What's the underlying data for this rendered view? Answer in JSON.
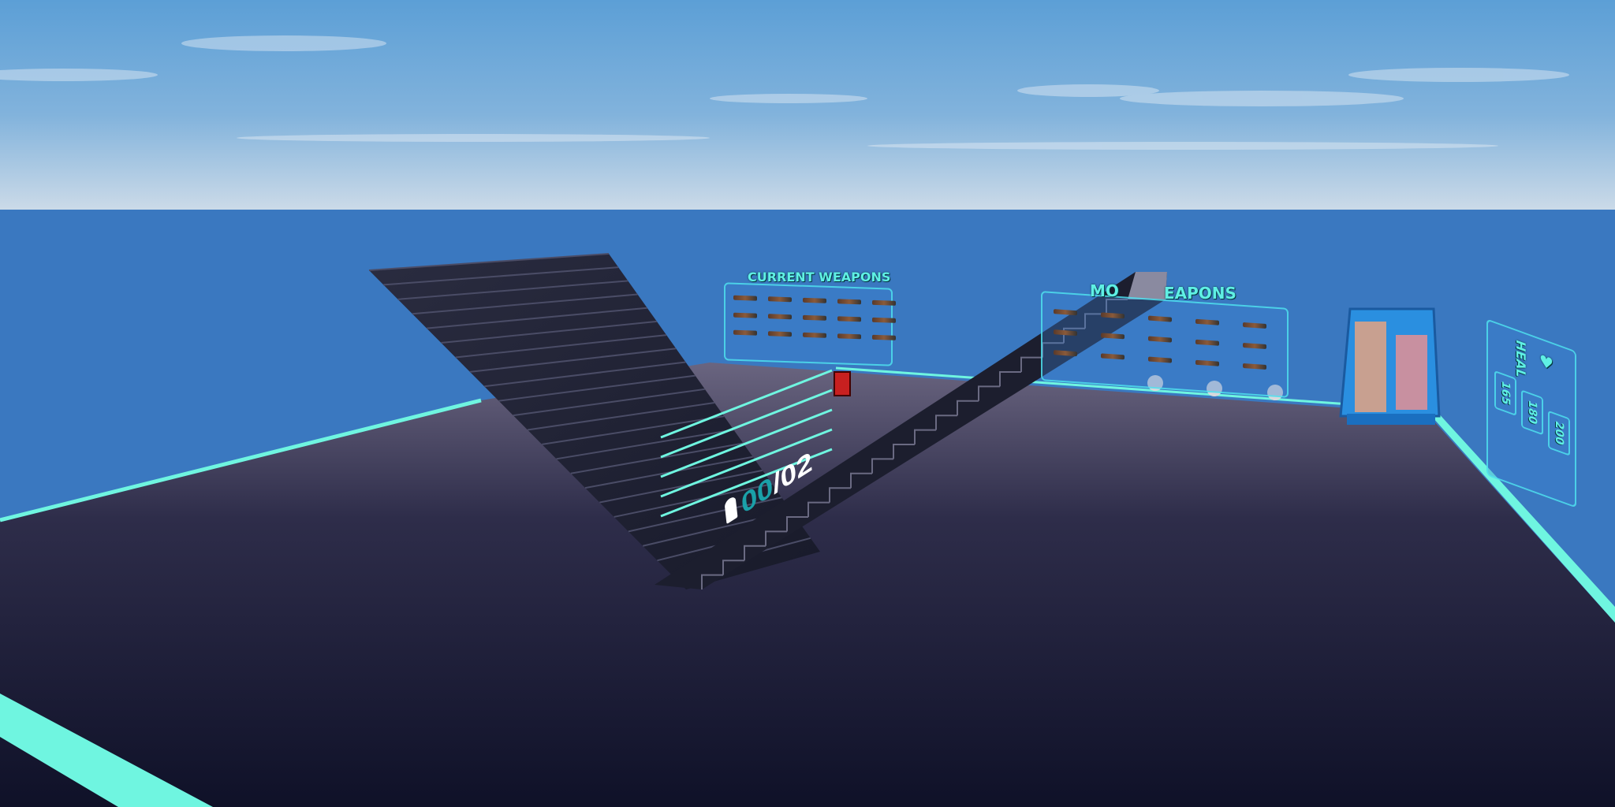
{
  "scene": {
    "colors": {
      "sky_top": "#5c9fd6",
      "sky_horizon": "#c9d9e8",
      "ocean": "#3a78c0",
      "platform_far": "#625d78",
      "platform_near": "#121430",
      "neon": "#6ff5e0"
    }
  },
  "current_weapons": {
    "title": "CURRENT WEAPONS",
    "slots": 15
  },
  "more_weapons": {
    "title_left": "MO",
    "title_right": "EAPONS",
    "slots": 15
  },
  "player_counter": {
    "current": "00",
    "separator": "/",
    "max": "02",
    "icon": "person-icon"
  },
  "heal_board": {
    "title": "HEAL",
    "icon": "heart-icon",
    "options": [
      "165",
      "180",
      "200"
    ]
  },
  "props": {
    "vending": "phone-booth-vending-machine",
    "lights": 3,
    "button": "red-button"
  }
}
